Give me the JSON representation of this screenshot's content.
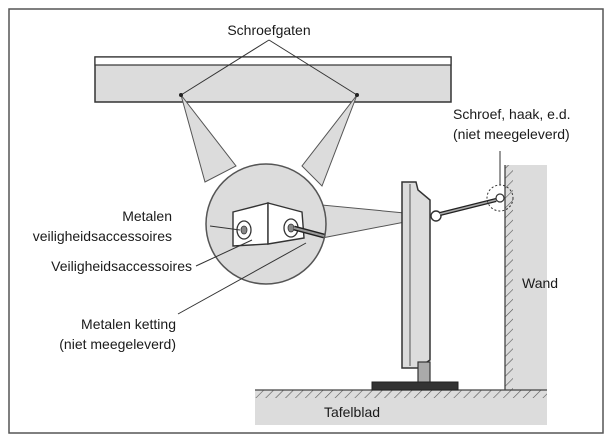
{
  "labels": {
    "screw_holes": "Schroefgaten",
    "screw_hook_line1": "Schroef, haak, e.d.",
    "screw_hook_line2": "(niet meegeleverd)",
    "metal_safety_line1": "Metalen",
    "metal_safety_line2": "veiligheidsaccessoires",
    "safety_accessories": "Veiligheidsaccessoires",
    "metal_chain_line1": "Metalen ketting",
    "metal_chain_line2": "(niet meegeleverd)",
    "wall": "Wand",
    "table_top": "Tafelblad"
  },
  "colors": {
    "frame": "#555555",
    "gray_fill": "#dcdcdc",
    "line": "#333333"
  }
}
